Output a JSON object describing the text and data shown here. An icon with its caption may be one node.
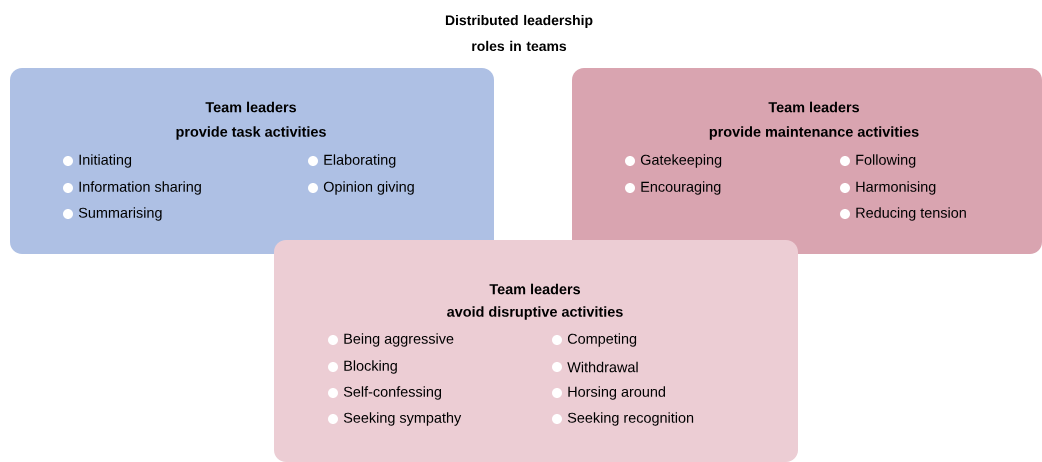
{
  "diagram": {
    "title": "Distributed leadership roles in teams",
    "nodes": [
      {
        "text": [
          "Team leaders",
          "provide task activities",
          "Initiating",
          "Information sharing",
          "Summarising",
          "Elaborating",
          "Opinion giving"
        ]
      },
      {
        "text": [
          "Team leaders",
          "provide maintenance activities",
          "Gatekeeping",
          "Encouraging",
          "Following",
          "Harmonising",
          "Reducing tension"
        ]
      },
      {
        "text": [
          "Team leaders",
          "avoid disruptive activities",
          "Being aggressive",
          "Blocking",
          "Self-confessing",
          "Seeking sympathy",
          "Competing",
          "Withdrawal",
          "Horsing around",
          "Seeking recognition"
        ]
      }
    ]
  }
}
